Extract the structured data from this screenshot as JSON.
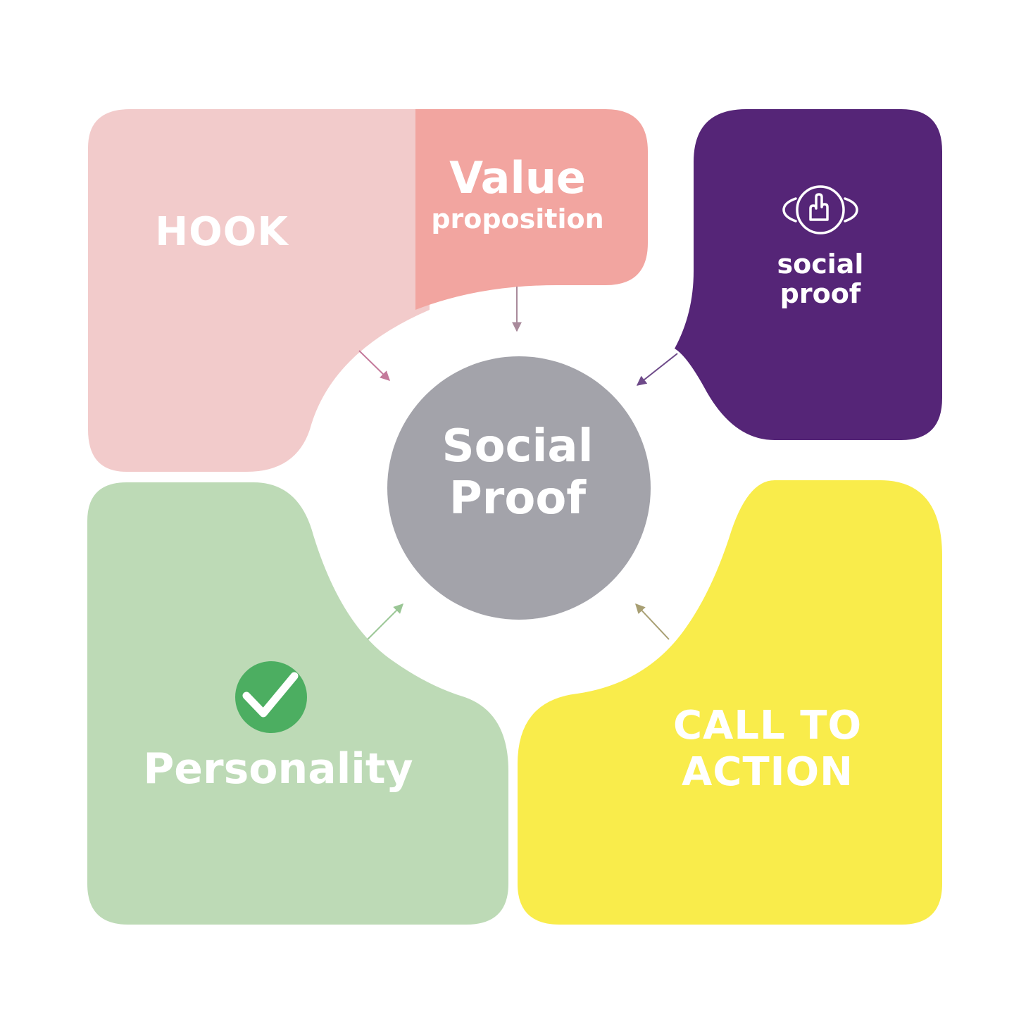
{
  "diagram": {
    "center": {
      "line1": "Social",
      "line2": "Proof"
    },
    "blocks": {
      "hook": {
        "label": "HOOK"
      },
      "value": {
        "line1": "Value",
        "line2": "proposition"
      },
      "social_proof": {
        "line1": "social",
        "line2": "proof",
        "icon": "hand-touch-icon"
      },
      "personality": {
        "label": "Personality",
        "icon": "checkmark-circle-icon"
      },
      "cta": {
        "line1": "CALL TO",
        "line2": "ACTION"
      }
    },
    "colors": {
      "hook": "#f2cbcb",
      "value": "#f2a5a0",
      "social_proof": "#552577",
      "personality": "#bddab6",
      "cta": "#f9ec4b",
      "center": "#a3a3aa",
      "check": "#4cae61"
    }
  }
}
